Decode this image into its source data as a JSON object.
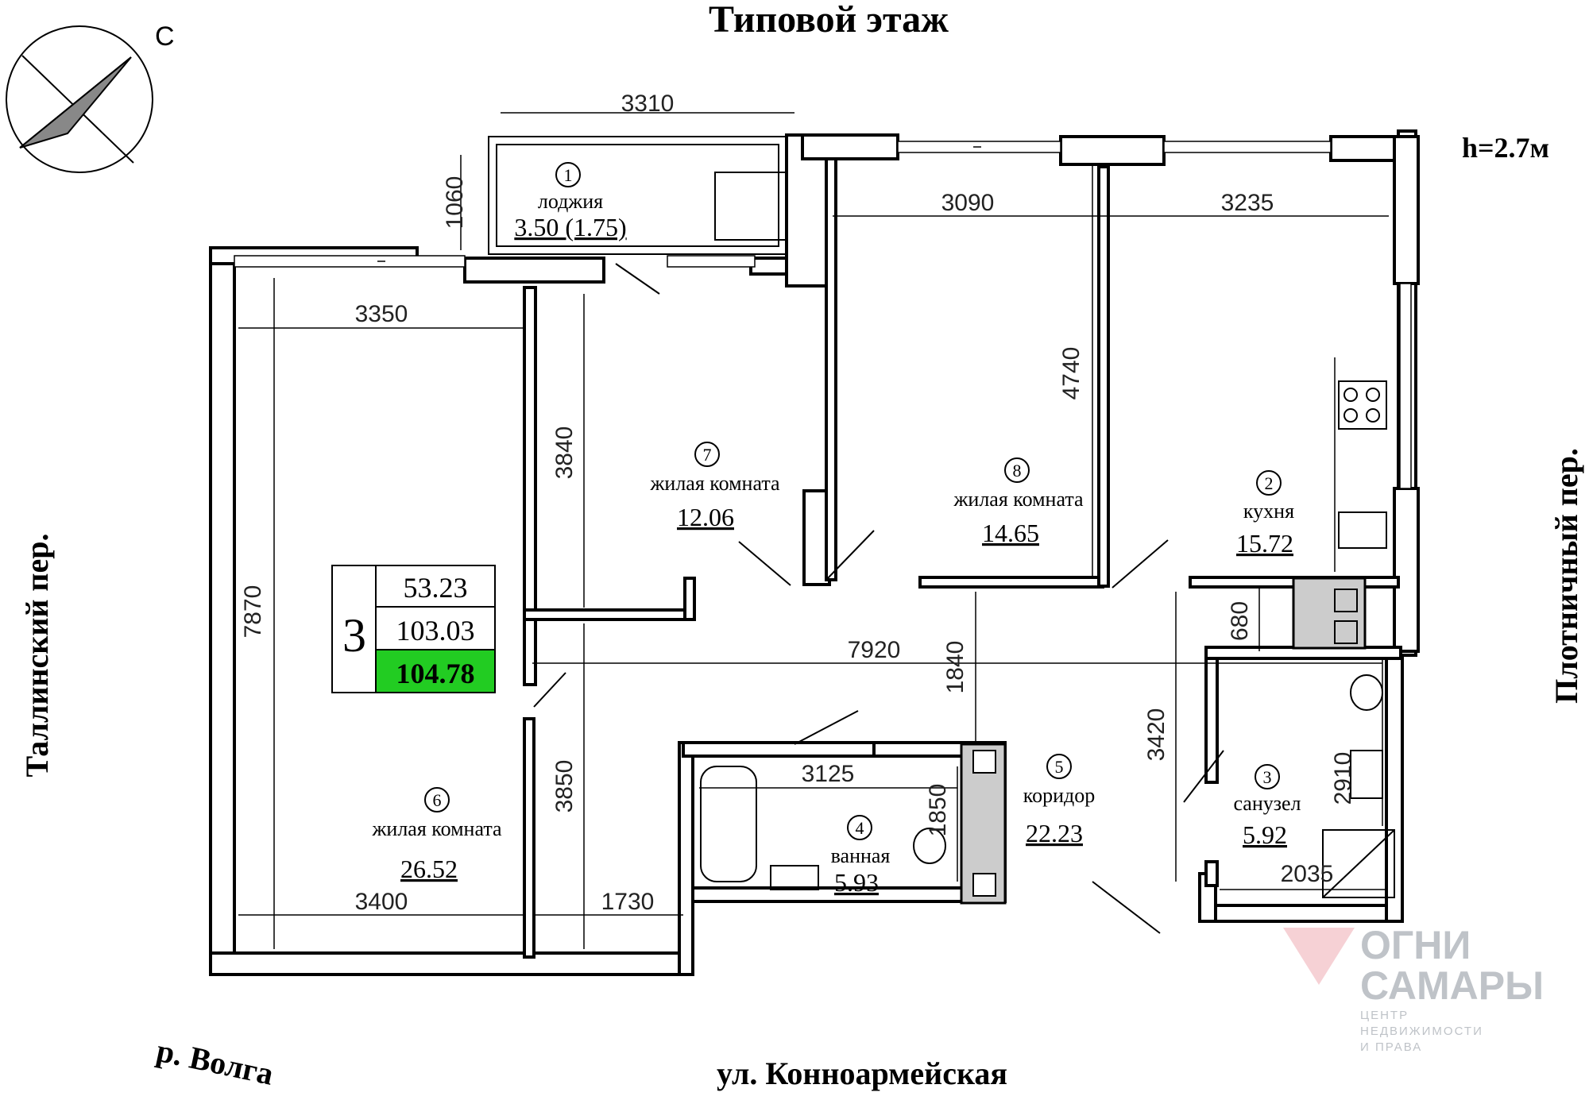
{
  "title": "Типовой этаж",
  "ceiling_height": "h=2.7м",
  "compass_letter": "С",
  "streets": {
    "left": "Таллинский пер.",
    "right": "Плотничный пер.",
    "bottom": "ул. Конноармейская",
    "bottom_left": "р. Волга"
  },
  "rooms": [
    {
      "num": "1",
      "name": "лоджия",
      "area": "3.50 (1.75)"
    },
    {
      "num": "2",
      "name": "кухня",
      "area": "15.72"
    },
    {
      "num": "3",
      "name": "санузел",
      "area": "5.92"
    },
    {
      "num": "4",
      "name": "ванная",
      "area": "5.93"
    },
    {
      "num": "5",
      "name": "коридор",
      "area": "22.23"
    },
    {
      "num": "6",
      "name": "жилая комната",
      "area": "26.52"
    },
    {
      "num": "7",
      "name": "жилая комната",
      "area": "12.06"
    },
    {
      "num": "8",
      "name": "жилая комната",
      "area": "14.65"
    }
  ],
  "dimensions": {
    "loggia_w": "3310",
    "loggia_h": "1060",
    "room8_w": "3090",
    "kitchen_w": "3235",
    "room8_h": "4740",
    "room6_w": "3350",
    "room7_h": "3840",
    "room6_h": "7870",
    "corridor_w": "7920",
    "corridor_h": "1840",
    "hall_h": "680",
    "bath_w": "3125",
    "bath_h": "1850",
    "left_h": "3850",
    "room6_bottom": "3400",
    "bottom_mid": "1730",
    "wc_h": "3420",
    "wc_inner_h": "2910",
    "wc_w": "2035"
  },
  "summary": {
    "rooms_count": "3",
    "living_area": "53.23",
    "total_area": "103.03",
    "total_with_loggia": "104.78",
    "highlight_color": "#22cc22"
  },
  "brand": {
    "line1": "ОГНИ",
    "line2": "САМАРЫ",
    "sub1": "ЦЕНТР",
    "sub2": "НЕДВИЖИМОСТИ",
    "sub3": "И ПРАВА",
    "accent": "#e8a0a8"
  }
}
